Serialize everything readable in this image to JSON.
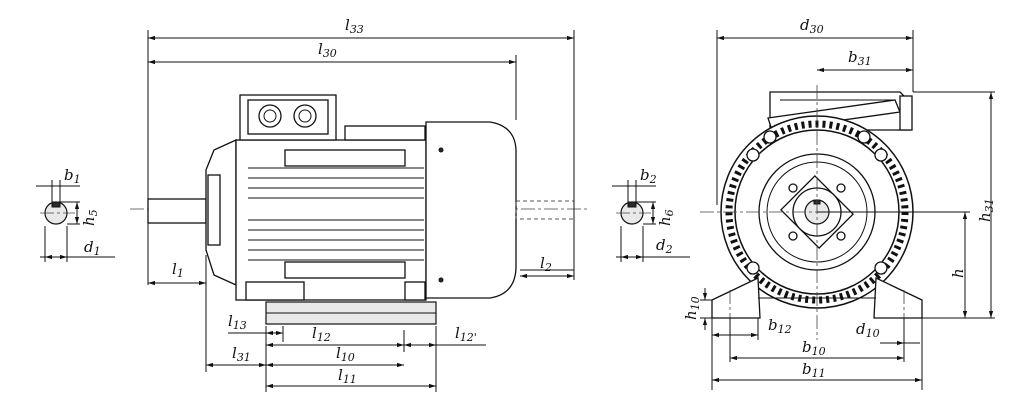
{
  "labels": {
    "l33": {
      "main": "l",
      "sub": "33"
    },
    "l30": {
      "main": "l",
      "sub": "30"
    },
    "b1": {
      "main": "b",
      "sub": "1"
    },
    "h5": {
      "main": "h",
      "sub": "5"
    },
    "d1": {
      "main": "d",
      "sub": "1"
    },
    "l1": {
      "main": "l",
      "sub": "1"
    },
    "l2": {
      "main": "l",
      "sub": "2"
    },
    "l13": {
      "main": "l",
      "sub": "13"
    },
    "l12": {
      "main": "l",
      "sub": "12"
    },
    "l12p": {
      "main": "l",
      "sub": "12'"
    },
    "l31": {
      "main": "l",
      "sub": "31"
    },
    "l10": {
      "main": "l",
      "sub": "10"
    },
    "l11": {
      "main": "l",
      "sub": "11"
    },
    "b2": {
      "main": "b",
      "sub": "2"
    },
    "h6": {
      "main": "h",
      "sub": "6"
    },
    "d2": {
      "main": "d",
      "sub": "2"
    },
    "d30": {
      "main": "d",
      "sub": "30"
    },
    "b31": {
      "main": "b",
      "sub": "31"
    },
    "h31": {
      "main": "h",
      "sub": "31"
    },
    "h": {
      "main": "h",
      "sub": ""
    },
    "h10": {
      "main": "h",
      "sub": "10"
    },
    "b12": {
      "main": "b",
      "sub": "12"
    },
    "d10": {
      "main": "d",
      "sub": "10"
    },
    "b10": {
      "main": "b",
      "sub": "10"
    },
    "b11": {
      "main": "b",
      "sub": "11"
    }
  }
}
